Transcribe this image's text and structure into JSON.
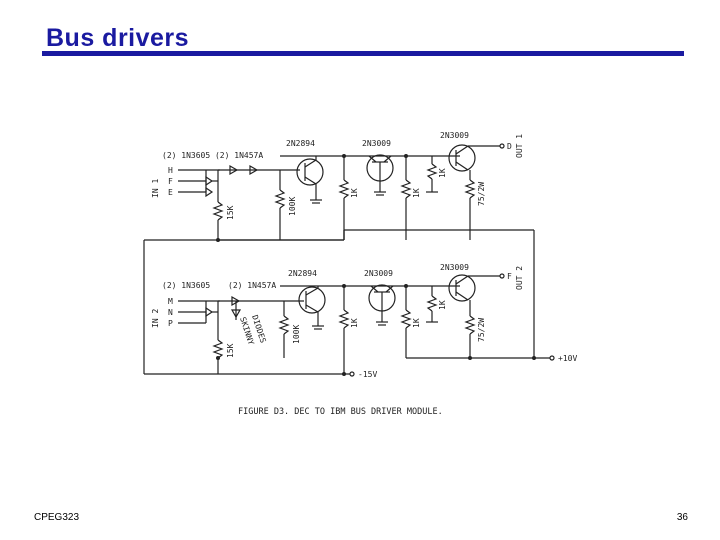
{
  "slide": {
    "title": "Bus drivers",
    "footer_left": "CPEG323",
    "footer_right": "36",
    "title_color": "#1a1aa0"
  },
  "schematic": {
    "caption": "FIGURE D3.  DEC TO IBM BUS DRIVER MODULE.",
    "supply_pos": "+10V",
    "supply_neg": "-15V",
    "stage1": {
      "input_label": "IN 1",
      "input_pins": [
        "H",
        "F",
        "E"
      ],
      "diode_label": "(2) 1N3605 (2) 1N457A",
      "t1": "2N2894",
      "t2": "2N3009",
      "t3": "2N3009",
      "out_pin": "D",
      "out_label": "OUT 1",
      "r_in": "15K",
      "r_b": "100K",
      "r_1k_a": "1K",
      "r_1k_b": "1K",
      "r_1k_c": "1K",
      "r_out": "75/2W"
    },
    "stage2": {
      "input_label": "IN 2",
      "input_pins": [
        "M",
        "N",
        "P"
      ],
      "diode_label_a": "(2) 1N3605",
      "diode_label_b": "(2) 1N457A",
      "t1": "2N2894",
      "t2": "2N3009",
      "t3": "2N3009",
      "out_pin": "F",
      "out_label": "OUT 2",
      "r_in": "15K",
      "r_b": "100K",
      "r_1k_a": "1K",
      "r_1k_b": "1K",
      "r_1k_c": "1K",
      "r_out": "75/2W",
      "led_label": "DIODES",
      "led_label2": "SKINNY"
    }
  }
}
